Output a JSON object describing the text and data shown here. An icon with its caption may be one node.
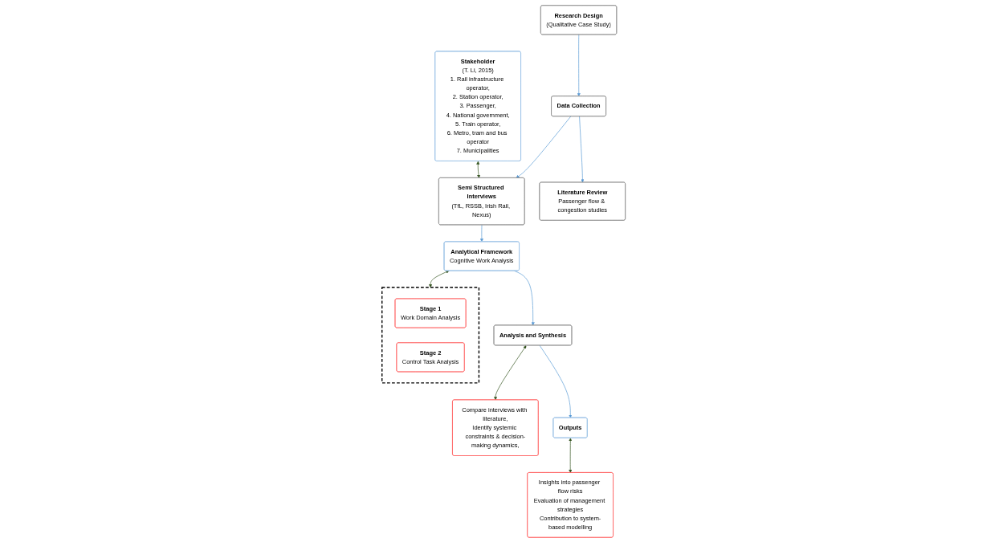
{
  "diagram": {
    "nodes": [
      {
        "text": [
          "Research Design",
          "(Qualitative Case Study)"
        ]
      },
      {
        "text": [
          "Data Collection"
        ]
      },
      {
        "text": [
          "Semi Structured Interviews",
          "(TfL, RSSB, Irish Rail, Nexus)"
        ]
      },
      {
        "text": [
          "Literature Review",
          "Passenger flow & congestion studies"
        ]
      },
      {
        "text": [
          "Stakeholder",
          "(T. Li, 2015)",
          "1. Rail infrastructure operator,",
          "2. Station operator,",
          "3. Passenger,",
          "4. National government,",
          "5. Train operator,",
          "6. Metro, tram and bus operator",
          "7. Municipalities"
        ]
      },
      {
        "text": [
          "Analytical Framework",
          "Cognitive Work Analysis"
        ]
      },
      {
        "text": [],
        "shape": "box"
      },
      {
        "text": [
          "Stage 1",
          "Work Domain Analysis"
        ],
        "in": 6
      },
      {
        "text": [
          "Stage 2",
          "Control Task Analysis"
        ],
        "in": 6
      },
      {
        "text": [
          "Analysis and Synthesis"
        ]
      },
      {
        "text": [
          "Compare interviews with literature,",
          "Identify systemic constraints & decision-making dynamics,"
        ]
      },
      {
        "text": [
          "Outputs"
        ]
      },
      {
        "text": [
          "Insights into passenger flow risks",
          "Evaluation of management strategies",
          "Contribution to system-based modelling"
        ]
      }
    ],
    "edges": [
      {
        "from": 0,
        "to": 1,
        "arrow": "to"
      },
      {
        "from": 1,
        "to": 2,
        "arrow": "to"
      },
      {
        "from": 1,
        "to": 3,
        "arrow": "to"
      },
      {
        "from": 4,
        "to": 2,
        "arrow": "both",
        "color": "#375623"
      },
      {
        "from": 2,
        "to": 5,
        "arrow": "to"
      },
      {
        "from": 5,
        "to": 6,
        "arrow": "both",
        "color": "#375623"
      },
      {
        "from": 5,
        "to": 9,
        "arrow": "to"
      },
      {
        "from": 9,
        "to": 10,
        "arrow": "both",
        "color": "#375623"
      },
      {
        "from": 9,
        "to": 11,
        "arrow": "to"
      },
      {
        "from": 11,
        "to": 12,
        "arrow": "both",
        "color": "#375623"
      }
    ]
  }
}
